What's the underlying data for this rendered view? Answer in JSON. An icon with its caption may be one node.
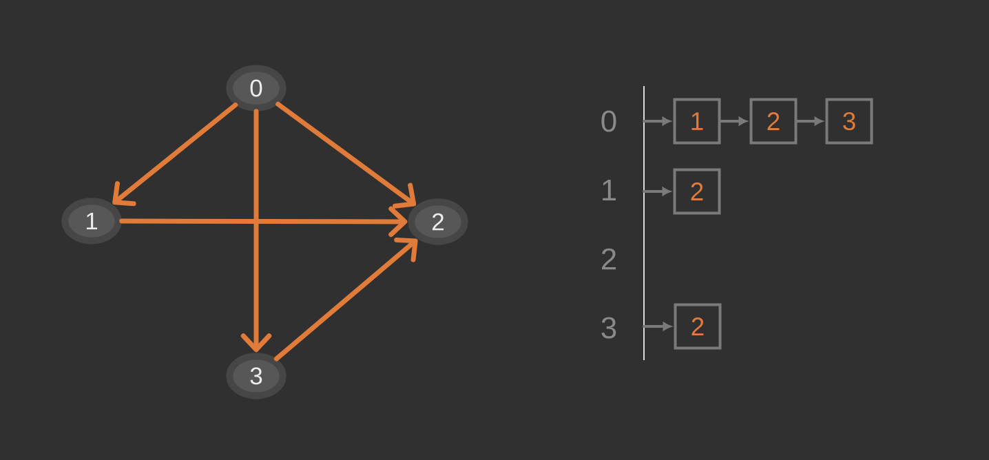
{
  "diagram": {
    "nodes": [
      {
        "text": [
          "0"
        ]
      },
      {
        "text": [
          "1"
        ]
      },
      {
        "text": [
          "2"
        ]
      },
      {
        "text": [
          "3"
        ]
      },
      {
        "text": [
          "1"
        ]
      },
      {
        "text": [
          "2"
        ]
      },
      {
        "text": [
          "3"
        ]
      },
      {
        "text": [
          "2"
        ]
      },
      {
        "text": [
          "2"
        ]
      }
    ],
    "edges": [
      {
        "from": 0,
        "to": 1,
        "arrow": "to"
      },
      {
        "from": 0,
        "to": 2,
        "arrow": "to"
      },
      {
        "from": 0,
        "to": 3,
        "arrow": "to"
      },
      {
        "from": 1,
        "to": 2,
        "arrow": "to"
      },
      {
        "from": 3,
        "to": 2,
        "arrow": "to"
      },
      {
        "from": null,
        "to": 4,
        "arrow": "to",
        "color": "#7a7a7a"
      },
      {
        "from": 4,
        "to": 5,
        "arrow": "to",
        "color": "#7a7a7a"
      },
      {
        "from": 5,
        "to": 6,
        "arrow": "to",
        "color": "#7a7a7a"
      },
      {
        "from": null,
        "to": 7,
        "arrow": "to",
        "color": "#7a7a7a"
      },
      {
        "from": null,
        "to": 8,
        "arrow": "to",
        "color": "#7a7a7a"
      }
    ],
    "labels": [
      "0",
      "1",
      "2",
      "3"
    ]
  }
}
